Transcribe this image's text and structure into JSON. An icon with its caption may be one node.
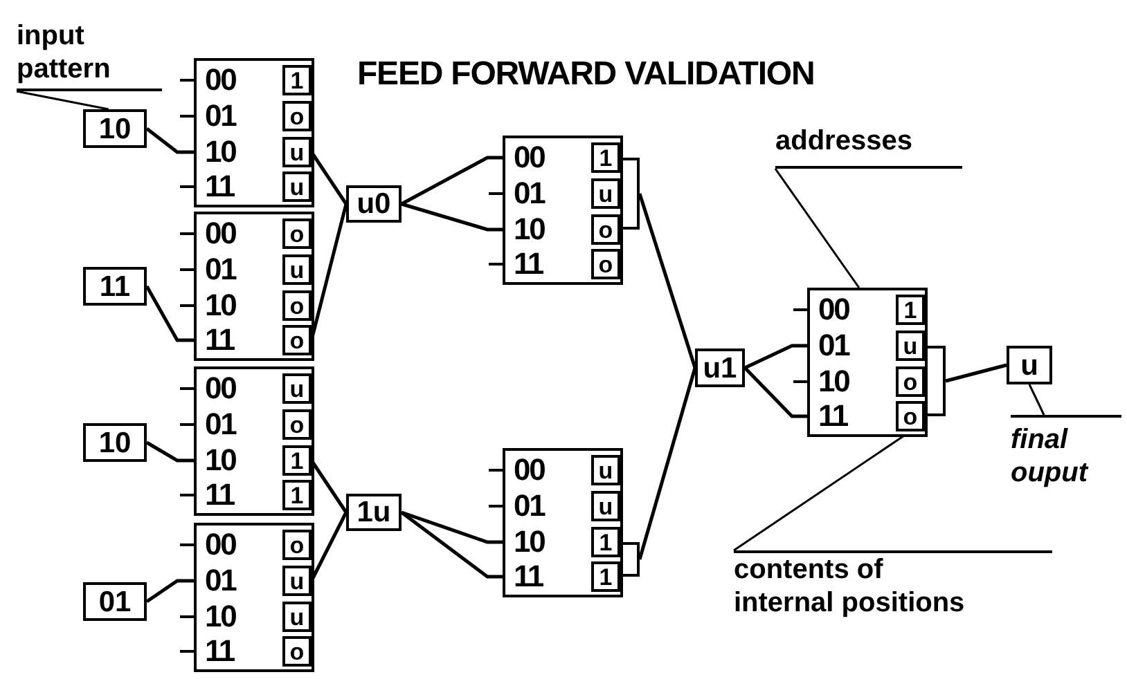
{
  "diagram": {
    "title": "FEED FORWARD VALIDATION",
    "nodes": [
      {
        "text": [
          "00",
          "01",
          "10",
          "11"
        ]
      },
      {
        "text": [
          "1"
        ],
        "in": 0
      },
      {
        "text": [
          "o"
        ],
        "in": 0
      },
      {
        "text": [
          "u"
        ],
        "in": 0
      },
      {
        "text": [
          "u"
        ],
        "in": 0
      },
      {
        "text": [
          "00",
          "01",
          "10",
          "11"
        ]
      },
      {
        "text": [
          "o"
        ],
        "in": 5
      },
      {
        "text": [
          "u"
        ],
        "in": 5
      },
      {
        "text": [
          "o"
        ],
        "in": 5
      },
      {
        "text": [
          "o"
        ],
        "in": 5
      },
      {
        "text": [
          "00",
          "01",
          "10",
          "11"
        ]
      },
      {
        "text": [
          "u"
        ],
        "in": 10
      },
      {
        "text": [
          "o"
        ],
        "in": 10
      },
      {
        "text": [
          "1"
        ],
        "in": 10
      },
      {
        "text": [
          "1"
        ],
        "in": 10
      },
      {
        "text": [
          "00",
          "01",
          "10",
          "11"
        ]
      },
      {
        "text": [
          "o"
        ],
        "in": 15
      },
      {
        "text": [
          "u"
        ],
        "in": 15
      },
      {
        "text": [
          "u"
        ],
        "in": 15
      },
      {
        "text": [
          "o"
        ],
        "in": 15
      },
      {
        "text": [
          "10"
        ]
      },
      {
        "text": [
          "11"
        ]
      },
      {
        "text": [
          "10"
        ]
      },
      {
        "text": [
          "01"
        ]
      },
      {
        "text": [
          "u0"
        ]
      },
      {
        "text": [
          "1u"
        ]
      },
      {
        "text": [
          "00",
          "01",
          "10",
          "11"
        ]
      },
      {
        "text": [
          "1"
        ],
        "in": 26
      },
      {
        "text": [
          "u"
        ],
        "in": 26
      },
      {
        "text": [
          "o"
        ],
        "in": 26
      },
      {
        "text": [
          "o"
        ],
        "in": 26
      },
      {
        "text": [],
        "shape": "bracket"
      },
      {
        "text": [
          "00",
          "01",
          "10",
          "11"
        ]
      },
      {
        "text": [
          "u"
        ],
        "in": 32
      },
      {
        "text": [
          "u"
        ],
        "in": 32
      },
      {
        "text": [
          "1"
        ],
        "in": 32
      },
      {
        "text": [
          "1"
        ],
        "in": 32
      },
      {
        "text": [],
        "shape": "bracket"
      },
      {
        "text": [
          "u1"
        ]
      },
      {
        "text": [
          "00",
          "01",
          "10",
          "11"
        ]
      },
      {
        "text": [
          "1"
        ],
        "in": 39
      },
      {
        "text": [
          "u"
        ],
        "in": 39
      },
      {
        "text": [
          "o"
        ],
        "in": 39
      },
      {
        "text": [
          "o"
        ],
        "in": 39
      },
      {
        "text": [],
        "shape": "bracket"
      },
      {
        "text": [
          "u"
        ]
      },
      {
        "text": [
          "input pattern"
        ]
      },
      {
        "text": [
          "addresses"
        ]
      },
      {
        "text": [
          "contents of internal positions"
        ]
      },
      {
        "text": [
          "final ouput"
        ]
      }
    ],
    "edges": [
      {
        "from": 46,
        "to": 20,
        "arrow": "none"
      },
      {
        "from": 20,
        "to": 0,
        "arrow": "none"
      },
      {
        "from": 21,
        "to": 5,
        "arrow": "none"
      },
      {
        "from": 22,
        "to": 10,
        "arrow": "none"
      },
      {
        "from": 23,
        "to": 15,
        "arrow": "none"
      },
      {
        "from": 3,
        "to": 24,
        "arrow": "none"
      },
      {
        "from": 9,
        "to": 24,
        "arrow": "none"
      },
      {
        "from": 13,
        "to": 25,
        "arrow": "none"
      },
      {
        "from": 17,
        "to": 25,
        "arrow": "none"
      },
      {
        "from": 24,
        "to": 26,
        "arrow": "none"
      },
      {
        "from": 24,
        "to": 26,
        "arrow": "none"
      },
      {
        "from": 25,
        "to": 32,
        "arrow": "none"
      },
      {
        "from": 25,
        "to": 32,
        "arrow": "none"
      },
      {
        "from": 31,
        "to": 38,
        "arrow": "none"
      },
      {
        "from": 37,
        "to": 38,
        "arrow": "none"
      },
      {
        "from": 38,
        "to": 39,
        "arrow": "none"
      },
      {
        "from": 38,
        "to": 39,
        "arrow": "none"
      },
      {
        "from": 44,
        "to": 45,
        "arrow": "none"
      },
      {
        "from": 47,
        "to": 39,
        "arrow": "none"
      },
      {
        "from": 48,
        "to": 43,
        "arrow": "none"
      },
      {
        "from": 49,
        "to": 45,
        "arrow": "none"
      }
    ]
  }
}
